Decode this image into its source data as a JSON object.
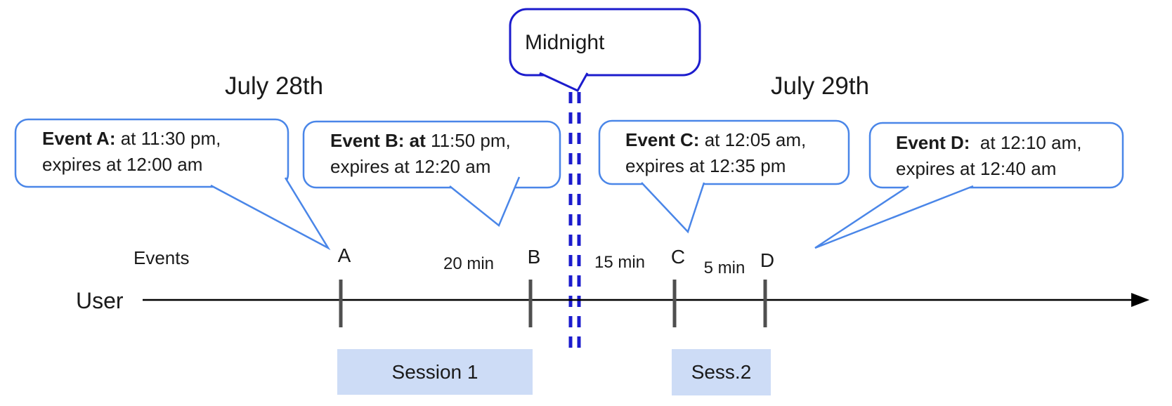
{
  "titles": {
    "day_left": "July 28th",
    "day_right": "July 29th"
  },
  "midnight": {
    "label": "Midnight"
  },
  "axis": {
    "events_label": "Events",
    "user_label": "User"
  },
  "event_bubbles": [
    {
      "bold": "Event A:",
      "rest": " at 11:30 pm,",
      "line2": "expires at 12:00 am"
    },
    {
      "bold": "Event B: at",
      "rest": " 11:50 pm,",
      "line2": "expires at 12:20 am"
    },
    {
      "bold": "Event C:",
      "rest": " at 12:05 am,",
      "line2": "expires at 12:35 pm"
    },
    {
      "bold": "Event D:",
      "rest": "  at 12:10 am,",
      "line2": "expires at 12:40 am"
    }
  ],
  "ticks": [
    "A",
    "B",
    "C",
    "D"
  ],
  "durations": [
    "20 min",
    "15 min",
    "5 min"
  ],
  "sessions": [
    "Session 1",
    "Sess.2"
  ],
  "colors": {
    "event_bubble_border": "#4a86e8",
    "midnight_blue": "#1c1ccd",
    "session_fill": "#cddcf6",
    "tick_gray": "#4f4f4f",
    "timeline": "#000000"
  }
}
